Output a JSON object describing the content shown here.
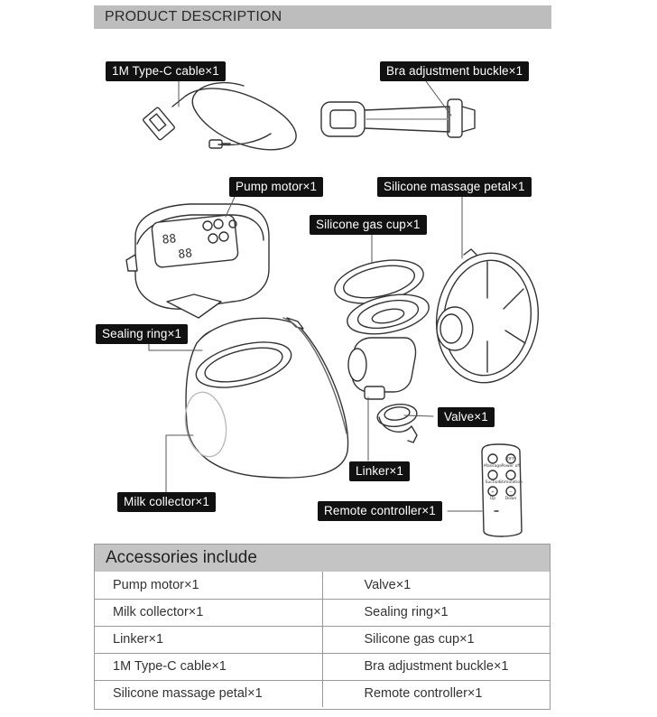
{
  "section_title": "PRODUCT DESCRIPTION",
  "labels": {
    "cable": "1M Type-C cable×1",
    "buckle": "Bra adjustment buckle×1",
    "motor": "Pump motor×1",
    "petal": "Silicone massage petal×1",
    "gas_cup": "Silicone gas cup×1",
    "sealing_ring": "Sealing ring×1",
    "valve": "Valve×1",
    "linker": "Linker×1",
    "collector": "Milk collector×1",
    "remote": "Remote controller×1"
  },
  "motor_display": {
    "top_digits": "88",
    "bottom_digits": "88"
  },
  "remote_buttons": {
    "massage": "Massage",
    "power_off": "Power off",
    "suction": "Suction",
    "stimulation": "Stimulation",
    "up": "Up",
    "down": "Down",
    "off": "OFF",
    "plus": "+",
    "minus": "−"
  },
  "accessories": {
    "title": "Accessories include",
    "rows": [
      [
        "Pump motor×1",
        "Valve×1"
      ],
      [
        "Milk collector×1",
        "Sealing ring×1"
      ],
      [
        "Linker×1",
        "Silicone gas cup×1"
      ],
      [
        "1M Type-C cable×1",
        "Bra adjustment buckle×1"
      ],
      [
        "Silicone massage petal×1",
        "Remote controller×1"
      ]
    ]
  }
}
